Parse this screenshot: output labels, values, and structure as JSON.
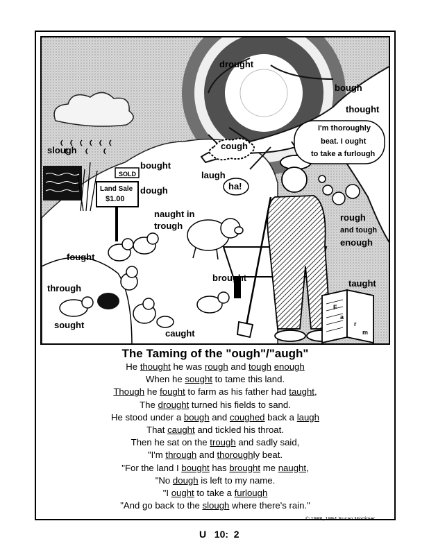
{
  "illustration": {
    "labels": {
      "drought": "drought",
      "bough": "bough",
      "thought": "thought",
      "slough": "slough",
      "cough": "cough",
      "bubble_line1": "I'm thoroughly",
      "bubble_line2": "beat.  I ought",
      "bubble_line3": "to take a furlough",
      "bought": "bought",
      "sold": "SOLD",
      "land_sale": "Land Sale",
      "price": "$1.00",
      "dough": "dough",
      "laugh": "laugh",
      "ha": "ha!",
      "naught_in": "naught in",
      "trough": "trough",
      "rough": "rough",
      "and_tough": "and tough",
      "enough": "enough",
      "fought": "fought",
      "through": "through",
      "brought": "brought",
      "taught": "taught",
      "sought": "sought",
      "caught": "caught",
      "book_f": "F",
      "book_a": "a",
      "book_r": "r",
      "book_m": "m"
    }
  },
  "poem": {
    "title": "The Taming of the \"ough\"/\"augh\"",
    "lines": [
      [
        [
          "He ",
          0
        ],
        [
          "thought",
          1
        ],
        [
          " he was ",
          0
        ],
        [
          "rough",
          1
        ],
        [
          " and ",
          0
        ],
        [
          "tough",
          1
        ],
        [
          " ",
          0
        ],
        [
          "enough",
          1
        ]
      ],
      [
        [
          "When he ",
          0
        ],
        [
          "sought",
          1
        ],
        [
          " to tame this land.",
          0
        ]
      ],
      [
        [
          "Though",
          1
        ],
        [
          " he ",
          0
        ],
        [
          "fought",
          1
        ],
        [
          " to farm as his father had ",
          0
        ],
        [
          "taught",
          1
        ],
        [
          ",",
          0
        ]
      ],
      [
        [
          "The ",
          0
        ],
        [
          "drought",
          1
        ],
        [
          " turned his fields to sand.",
          0
        ]
      ],
      [
        [
          "He stood under a ",
          0
        ],
        [
          "bough",
          1
        ],
        [
          " and ",
          0
        ],
        [
          "coughed",
          1
        ],
        [
          " back a ",
          0
        ],
        [
          "laugh",
          1
        ]
      ],
      [
        [
          "That ",
          0
        ],
        [
          "caught",
          1
        ],
        [
          " and tickled his throat.",
          0
        ]
      ],
      [
        [
          "Then he sat on the ",
          0
        ],
        [
          "trough",
          1
        ],
        [
          " and sadly said,",
          0
        ]
      ],
      [
        [
          "\"I'm ",
          0
        ],
        [
          "through",
          1
        ],
        [
          " and ",
          0
        ],
        [
          "thorough",
          1
        ],
        [
          "ly beat.",
          0
        ]
      ],
      [
        [
          "\"For the land I ",
          0
        ],
        [
          "bought",
          1
        ],
        [
          " has ",
          0
        ],
        [
          "brought",
          1
        ],
        [
          " me ",
          0
        ],
        [
          "naught",
          1
        ],
        [
          ",",
          0
        ]
      ],
      [
        [
          "\"No ",
          0
        ],
        [
          "dough",
          1
        ],
        [
          " is left to my name.",
          0
        ]
      ],
      [
        [
          "\"I ",
          0
        ],
        [
          "ought",
          1
        ],
        [
          " to take a ",
          0
        ],
        [
          "furlough",
          1
        ]
      ],
      [
        [
          "\"And go back to the ",
          0
        ],
        [
          "slough",
          1
        ],
        [
          " where there's rain.\"",
          0
        ]
      ]
    ]
  },
  "footer": {
    "copyright": "© 1988, 1994 Susan Mortimer",
    "page_number": "U   10:  2"
  }
}
